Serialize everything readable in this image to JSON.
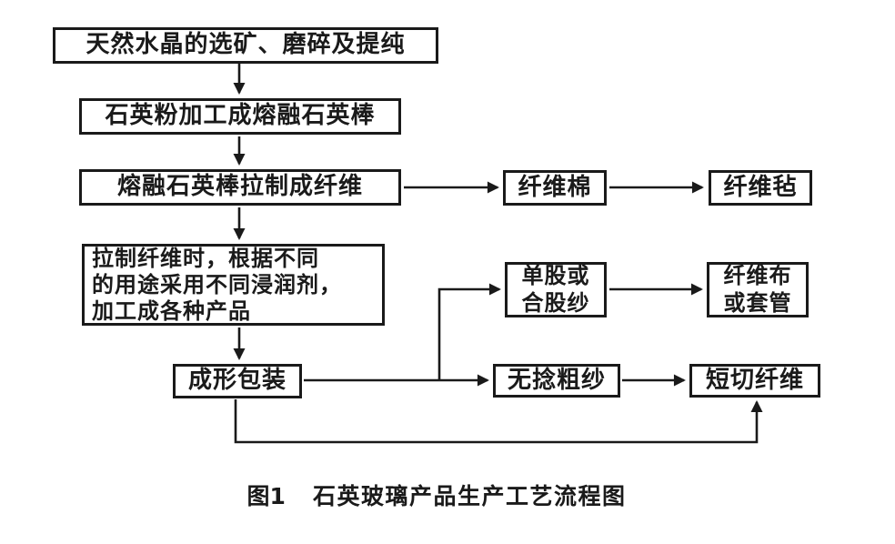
{
  "figure_caption": {
    "label": "图1",
    "title": "石英玻璃产品生产工艺流程图"
  },
  "nodes": {
    "raw": "天然水晶的选矿、磨碎及提纯",
    "rod": "石英粉加工成熔融石英棒",
    "fiber": "熔融石英棒拉制成纤维",
    "cotton": "纤维棉",
    "felt": "纤维毡",
    "sizing": {
      "lines": [
        "拉制纤维时，根据不同",
        "的用途采用不同浸润剂，",
        "加工成各种产品"
      ]
    },
    "packing": "成形包装",
    "yarn": {
      "lines": [
        "单股或",
        "合股纱"
      ]
    },
    "cloth": {
      "lines": [
        "纤维布",
        "或套管"
      ]
    },
    "roving": "无捻粗纱",
    "chopped": "短切纤维"
  },
  "colors": {
    "ink": "#1a1a1a",
    "paper": "#ffffff"
  }
}
